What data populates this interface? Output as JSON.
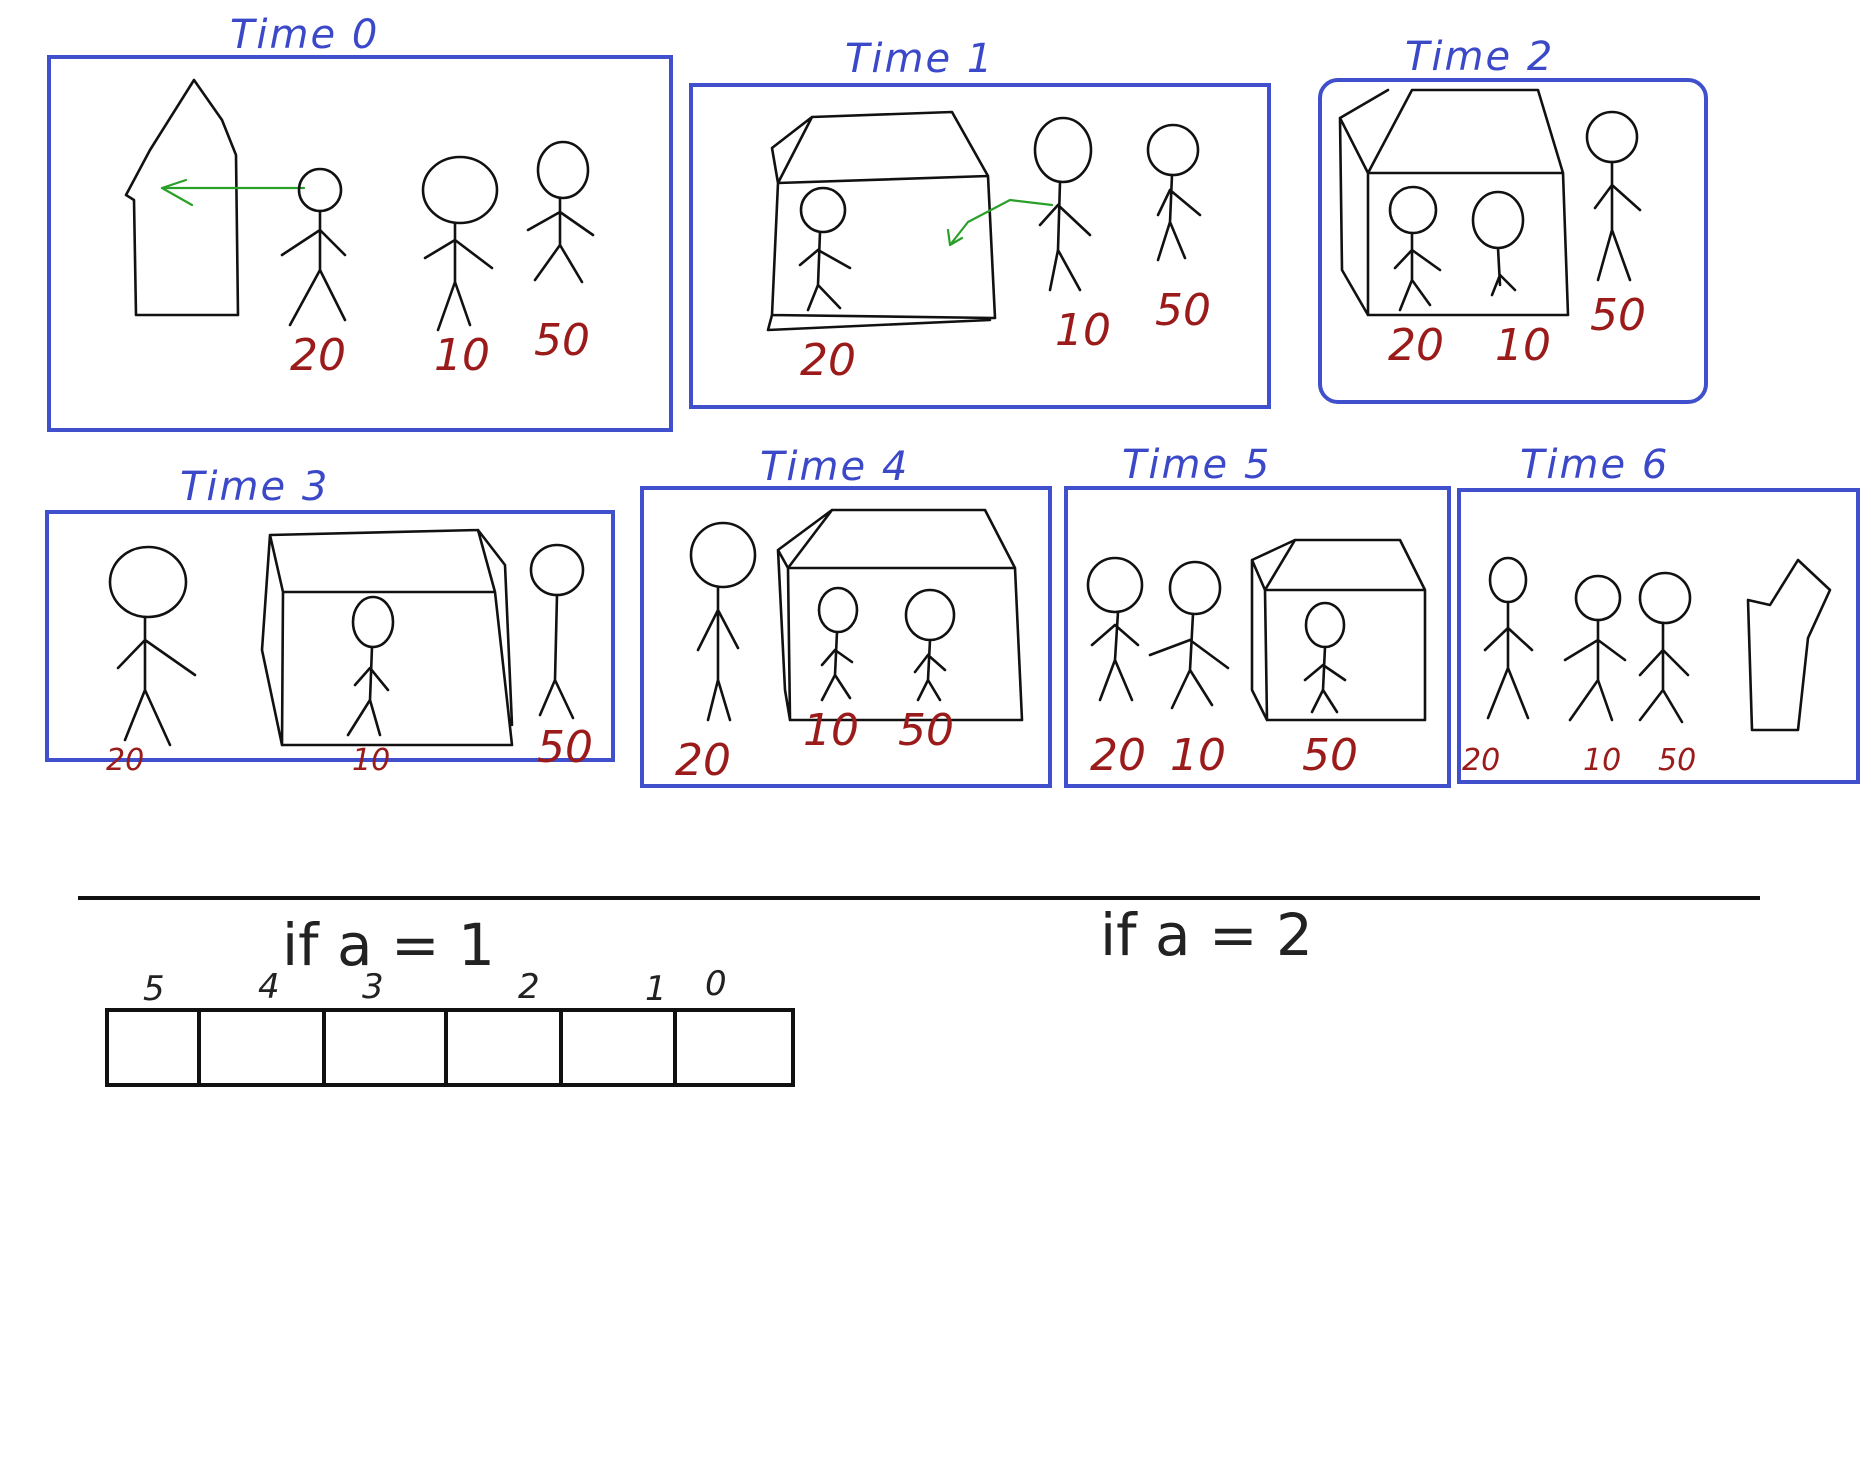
{
  "panels": [
    {
      "title": "Time 0",
      "labels": [
        "20",
        "10",
        "50"
      ]
    },
    {
      "title": "Time 1",
      "labels": [
        "20",
        "10",
        "50"
      ]
    },
    {
      "title": "Time 2",
      "labels": [
        "20",
        "10",
        "50"
      ]
    },
    {
      "title": "Time 3",
      "labels": [
        "20",
        "10",
        "50"
      ]
    },
    {
      "title": "Time 4",
      "labels": [
        "20",
        "10",
        "50"
      ]
    },
    {
      "title": "Time 5",
      "labels": [
        "20",
        "10",
        "50"
      ]
    },
    {
      "title": "Time 6",
      "labels": [
        "20",
        "10",
        "50"
      ]
    }
  ],
  "notes": {
    "left": "if a = 1",
    "right": "if a = 2"
  },
  "array": {
    "indices": [
      "5",
      "4",
      "3",
      "2",
      "1",
      "0"
    ]
  },
  "colors": {
    "frame": "#4050cc",
    "title": "#3b49c9",
    "label": "#9b1b1b",
    "arrow": "#2aa02a",
    "ink": "#111111"
  }
}
